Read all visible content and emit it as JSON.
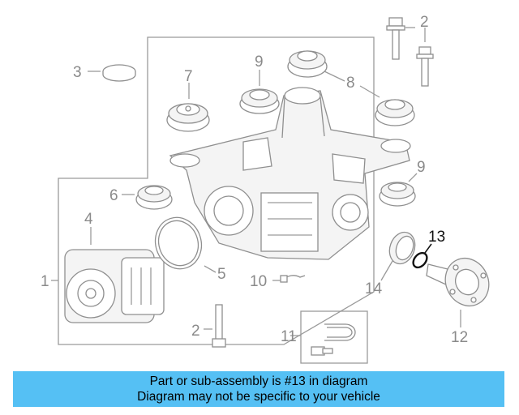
{
  "diagram": {
    "callouts": [
      {
        "id": "1",
        "label": "1"
      },
      {
        "id": "2a",
        "label": "2"
      },
      {
        "id": "2b",
        "label": "2"
      },
      {
        "id": "3",
        "label": "3"
      },
      {
        "id": "4",
        "label": "4"
      },
      {
        "id": "5",
        "label": "5"
      },
      {
        "id": "6",
        "label": "6"
      },
      {
        "id": "7",
        "label": "7"
      },
      {
        "id": "8",
        "label": "8"
      },
      {
        "id": "9a",
        "label": "9"
      },
      {
        "id": "9b",
        "label": "9"
      },
      {
        "id": "10",
        "label": "10"
      },
      {
        "id": "11",
        "label": "11"
      },
      {
        "id": "12",
        "label": "12"
      },
      {
        "id": "13",
        "label": "13",
        "highlighted": true
      },
      {
        "id": "14",
        "label": "14"
      }
    ],
    "colors": {
      "line": "#8f8f8f",
      "highlight": "#111111",
      "banner": "#55c0f4"
    }
  },
  "banner": {
    "line1": "Part or sub-assembly is #13 in diagram",
    "line2": "Diagram may not be specific to your vehicle"
  }
}
